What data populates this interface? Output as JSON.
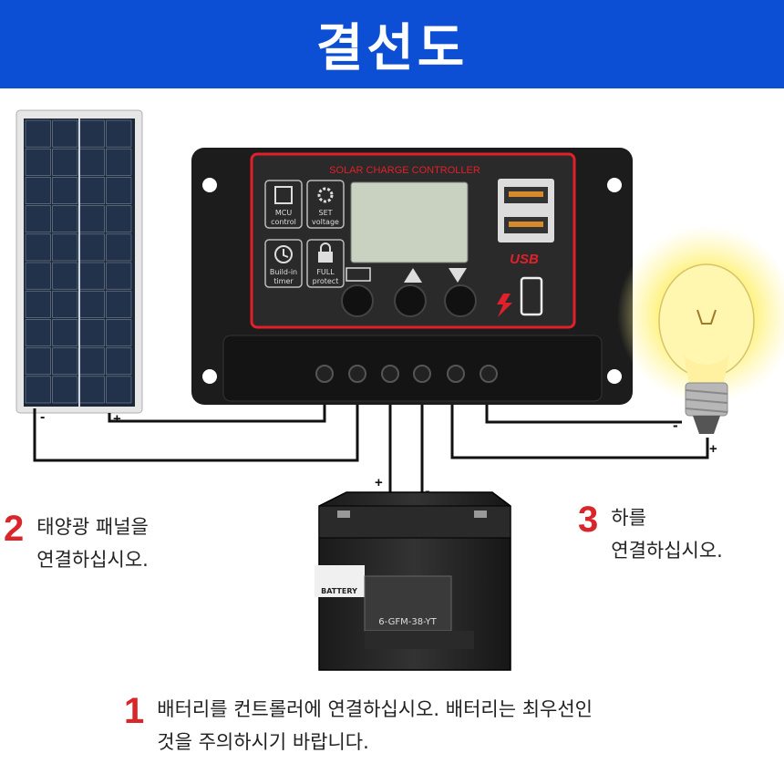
{
  "header": {
    "title": "결선도"
  },
  "controller": {
    "brand_text": "SOLAR CHARGE CONTROLLER",
    "icons": [
      {
        "icon": "chip-icon",
        "label_line1": "MCU",
        "label_line2": "control"
      },
      {
        "icon": "gear-icon",
        "label_line1": "SET",
        "label_line2": "voltage"
      },
      {
        "icon": "clock-icon",
        "label_line1": "Build-in",
        "label_line2": "timer"
      },
      {
        "icon": "lock-icon",
        "label_line1": "FULL",
        "label_line2": "protect"
      }
    ],
    "usb_label": "USB",
    "buttons": [
      "menu-button",
      "up-button",
      "down-button"
    ]
  },
  "battery": {
    "brand": "BATTERY",
    "model": "6-GFM-38-YT"
  },
  "polarity": {
    "plus": "+",
    "minus": "-"
  },
  "steps": [
    {
      "number": "1",
      "line1": "배터리를 컨트롤러에 연결하십시오. 배터리는 최우선인",
      "line2": "것을 주의하시기 바랍니다."
    },
    {
      "number": "2",
      "line1": "태양광 패널을",
      "line2": "연결하십시오."
    },
    {
      "number": "3",
      "line1": "하를",
      "line2": "연결하십시오."
    }
  ],
  "colors": {
    "header": "#0c4fd4",
    "step_number": "#d8262a",
    "controller_accent": "#e0202a"
  }
}
